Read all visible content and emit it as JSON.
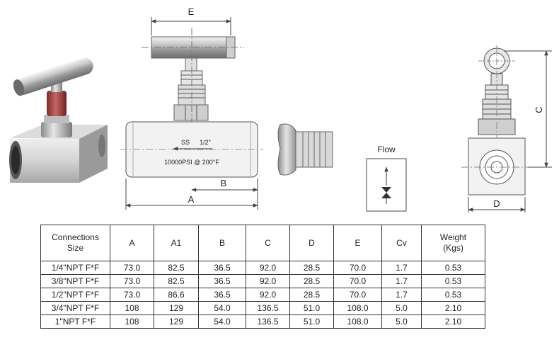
{
  "diagram": {
    "dimension_labels": {
      "E": "E",
      "B": "B",
      "A": "A",
      "C": "C",
      "D": "D"
    },
    "body_text": {
      "material": "SS",
      "size": "1/2\"",
      "rating": "10000PSI @ 200°F"
    },
    "flow_label": "Flow"
  },
  "table": {
    "headers": [
      {
        "lines": [
          "Connections",
          "Size"
        ]
      },
      {
        "lines": [
          "A"
        ]
      },
      {
        "lines": [
          "A1"
        ]
      },
      {
        "lines": [
          "B"
        ]
      },
      {
        "lines": [
          "C"
        ]
      },
      {
        "lines": [
          "D"
        ]
      },
      {
        "lines": [
          "E"
        ]
      },
      {
        "lines": [
          "Cv"
        ]
      },
      {
        "lines": [
          "Weight",
          "(Kgs)"
        ]
      }
    ],
    "rows": [
      [
        "1/4\"NPT F*F",
        "73.0",
        "82.5",
        "36.5",
        "92.0",
        "28.5",
        "70.0",
        "1.7",
        "0.53"
      ],
      [
        "3/8\"NPT F*F",
        "73.0",
        "82.5",
        "36.5",
        "92.0",
        "28.5",
        "70.0",
        "1.7",
        "0.53"
      ],
      [
        "1/2\"NPT F*F",
        "73.0",
        "86.6",
        "36.5",
        "92.0",
        "28.5",
        "70.0",
        "1.7",
        "0.53"
      ],
      [
        "3/4\"NPT F*F",
        "108",
        "129",
        "54.0",
        "136.5",
        "51.0",
        "108.0",
        "5.0",
        "2.10"
      ],
      [
        "1\"NPT F*F",
        "108",
        "129",
        "54.0",
        "136.5",
        "51.0",
        "108.0",
        "5.0",
        "2.10"
      ]
    ]
  }
}
